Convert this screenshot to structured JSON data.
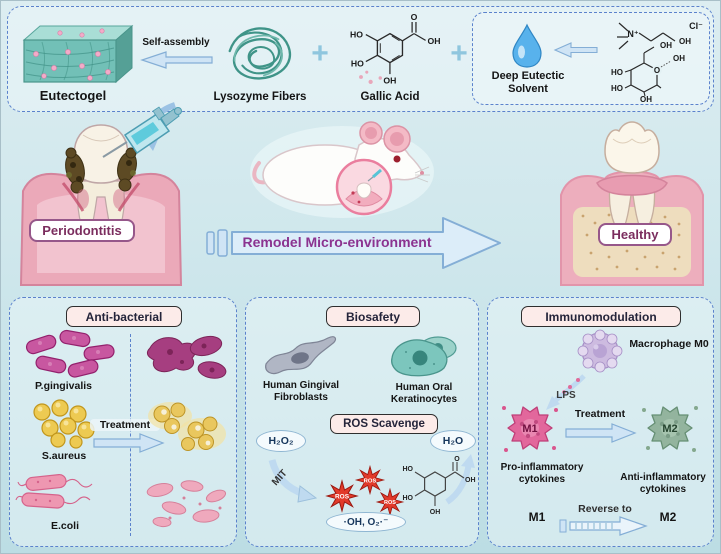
{
  "top": {
    "self_assembly": "Self-assembly",
    "eutectogel": "Eutectogel",
    "lysozyme": "Lysozyme Fibers",
    "plus": "+",
    "gallic_acid": "Gallic Acid",
    "des": "Deep Eutectic Solvent"
  },
  "chem": {
    "ho": "HO",
    "oh": "OH",
    "o": "O",
    "n_plus": "N⁺",
    "cl_minus": "Cl⁻"
  },
  "middle": {
    "periodontitis": "Periodontitis",
    "remodel": "Remodel Micro-environment",
    "healthy": "Healthy"
  },
  "antibacterial": {
    "title": "Anti-bacterial",
    "p_gingivalis": "P.gingivalis",
    "s_aureus": "S.aureus",
    "e_coli": "E.coli",
    "treatment": "Treatment"
  },
  "biosafety": {
    "title": "Biosafety",
    "fibroblasts": "Human Gingival Fibroblasts",
    "keratinocytes": "Human Oral Keratinocytes",
    "ros_scavenge": "ROS Scavenge",
    "h2o2": "H₂O₂",
    "h2o": "H₂O",
    "mit": "MIT",
    "ros": "ROS",
    "radicals": "·OH, O₂·⁻"
  },
  "immunomodulation": {
    "title": "Immunomodulation",
    "macrophage": "Macrophage M0",
    "lps": "LPS",
    "m1": "M1",
    "m2": "M2",
    "treatment": "Treatment",
    "pro": "Pro-inflammatory cytokines",
    "anti": "Anti-inflammatory cytokines",
    "reverse_to": "Reverse to"
  },
  "colors": {
    "accent_purple": "#8b3390",
    "dash_blue": "#5b82cc",
    "gel_teal": "#72c0b7",
    "gum_pink": "#eba9b9"
  }
}
